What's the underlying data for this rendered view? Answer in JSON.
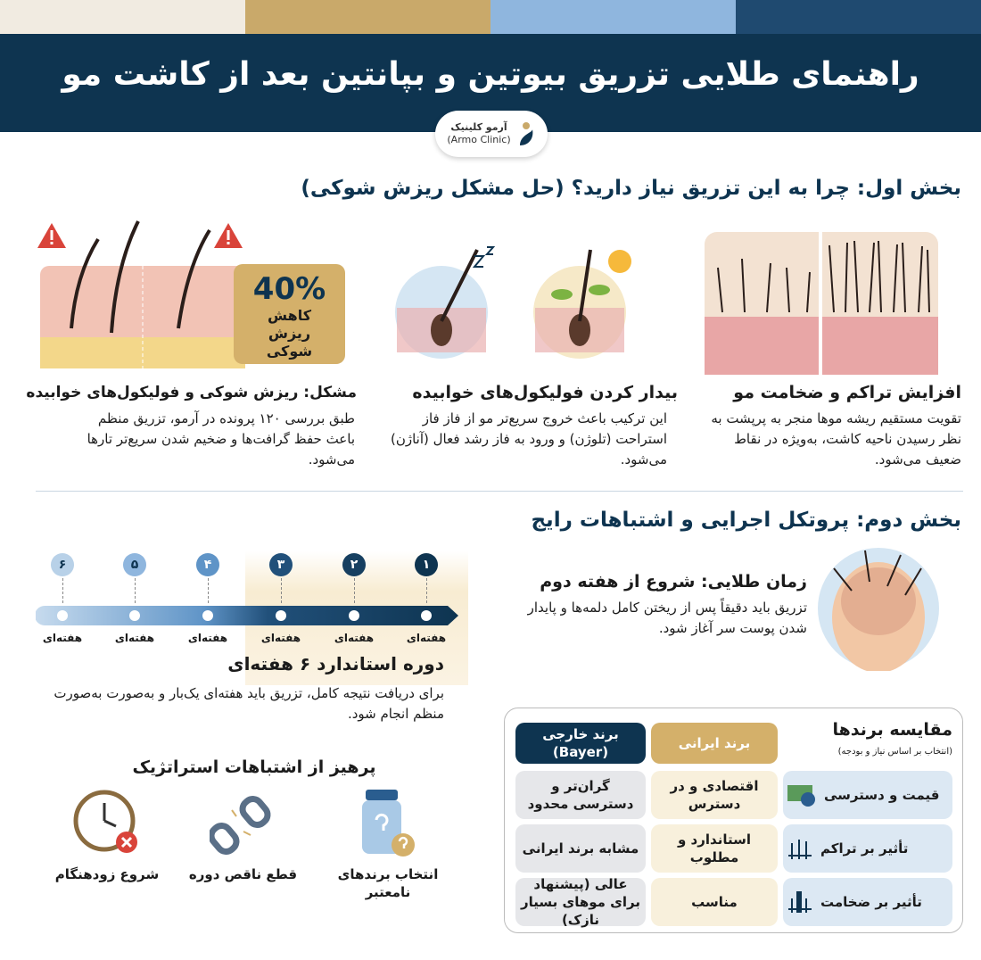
{
  "colors": {
    "navy": "#0e3450",
    "gold": "#c9a96a",
    "light_blue": "#8fb6de",
    "beige": "#f1ebe1",
    "alert_red": "#d9443a"
  },
  "header": {
    "title": "راهنمای طلایی تزریق بیوتین و بپانتین بعد از کاشت مو"
  },
  "logo": {
    "name_fa": "آرمو کلینیک",
    "name_en": "(Armo Clinic)"
  },
  "section1": {
    "heading": "بخش اول: چرا به این تزریق نیاز دارید؟ (حل مشکل ریزش شوکی)",
    "cards": [
      {
        "title": "افزایش تراکم و ضخامت مو",
        "text": "تقویت مستقیم ریشه موها منجر به پرپشت به نظر رسیدن ناحیه کاشت، به‌ویژه در نقاط ضعیف می‌شود.",
        "icon": "hair-density-comparison"
      },
      {
        "title": "بیدار کردن فولیکول‌های خوابیده",
        "text": "این ترکیب باعث خروج سریع‌تر مو از فاز فاز استراحت (تلوژن) و ورود به فاز رشد فعال (آناژن) می‌شود.",
        "icon": "sleeping-follicle"
      },
      {
        "title": "مشکل: ریزش شوکی و فولیکول‌های خوابیده",
        "text": "طبق بررسی ۱۲۰ پرونده در آرمو، تزریق منظم باعث حفظ گرافت‌ها و ضخیم شدن سریع‌تر تارها می‌شود.",
        "icon": "shock-loss-warning",
        "badge_value": "40%",
        "badge_text": "کاهش ریزش شوکی"
      }
    ]
  },
  "section2": {
    "heading": "بخش دوم: پروتکل اجرایی و اشتباهات رایج",
    "golden_time": {
      "title": "زمان طلایی: شروع از هفته دوم",
      "text": "تزریق باید دقیقاً پس از ریختن کامل دلمه‌ها و پایدار شدن پوست سر آغاز شود."
    },
    "timeline": {
      "steps": [
        {
          "num": "۱",
          "label": "هفته‌ای"
        },
        {
          "num": "۲",
          "label": "هفته‌ای"
        },
        {
          "num": "۳",
          "label": "هفته‌ای"
        },
        {
          "num": "۴",
          "label": "هفته‌ای"
        },
        {
          "num": "۵",
          "label": "هفته‌ای"
        },
        {
          "num": "۶",
          "label": "هفته‌ای"
        }
      ],
      "title": "دوره استاندارد ۶ هفته‌ای",
      "text": "برای دریافت نتیجه کامل، تزریق باید هفته‌ای یک‌بار و به‌صورت به‌صورت منظم انجام شود."
    },
    "mistakes": {
      "title": "پرهیز از اشتباهات استراتژیک",
      "items": [
        {
          "label": "انتخاب برندهای نامعتبر",
          "icon": "question-vial-icon"
        },
        {
          "label": "قطع ناقص دوره",
          "icon": "broken-chain-icon"
        },
        {
          "label": "شروع زودهنگام",
          "icon": "clock-x-icon"
        }
      ]
    },
    "brands": {
      "title": "مقایسه برندها",
      "subtitle": "(انتخاب بر اساس نیاز و بودجه)",
      "columns": [
        "برند ایرانی",
        "برند خارجی (Bayer)"
      ],
      "rows": [
        {
          "label": "قیمت و دسترسی",
          "icon": "money-globe-icon",
          "iranian": "اقتصادی و در دسترس",
          "foreign": "گران‌تر و دسترسی محدود"
        },
        {
          "label": "تأثیر بر تراکم",
          "icon": "hair-follicles-icon",
          "iranian": "استاندارد و مطلوب",
          "foreign": "مشابه برند ایرانی"
        },
        {
          "label": "تأثیر بر ضخامت",
          "icon": "thick-hair-icon",
          "iranian": "مناسب",
          "foreign": "عالی (پیشنهاد برای موهای بسیار نازک)"
        }
      ]
    }
  }
}
